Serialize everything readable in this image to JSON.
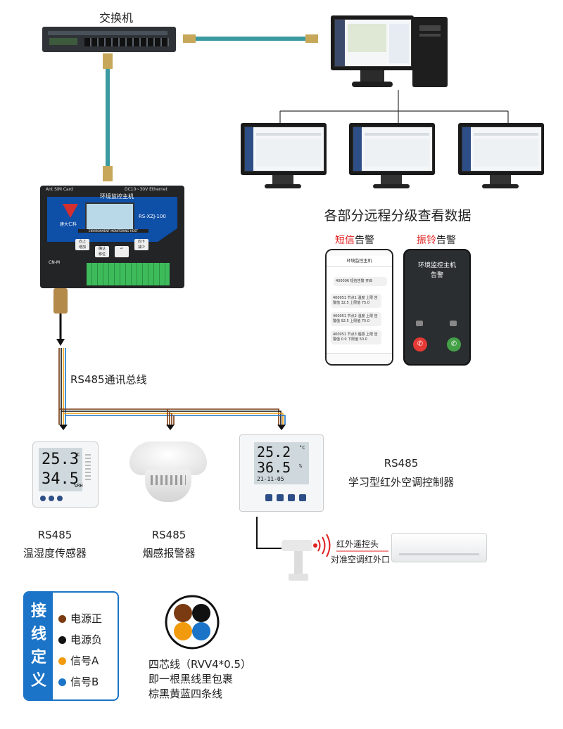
{
  "labels": {
    "switch": "交换机",
    "remote_view": "各部分远程分级查看数据",
    "sms_alarm_a": "短信",
    "sms_alarm_b": "告警",
    "call_alarm_a": "振铃",
    "call_alarm_b": "告警",
    "bus": "RS485通讯总线",
    "sensor1_line1": "RS485",
    "sensor1_line2": "温湿度传感器",
    "sensor2_line1": "RS485",
    "sensor2_line2": "烟感报警器",
    "sensor3_line1": "RS485",
    "sensor3_line2": "学习型红外空调控制器",
    "ir_line1": "红外遥控头",
    "ir_line2": "对准空调红外口",
    "cable_line1": "四芯线（RVV4*0.5）",
    "cable_line2": "即一根黑线里包裹",
    "cable_line3": "棕黑黄蓝四条线"
  },
  "host": {
    "title": "环境监控主机",
    "subtitle": "ENVIRONMENT MONITORING HOST",
    "model": "RS-XZJ-100",
    "brand": "建大仁科",
    "port_label": "CN-M",
    "top_left": "Ant    SIM Card",
    "top_right": "DC10~30V   Ethernet",
    "buttons": [
      "向上",
      "增加",
      "确认",
      "移位",
      "向下",
      "减少"
    ]
  },
  "phone_sms": {
    "contact": "环境监控主机",
    "messages": [
      "400006 短信告警 开启",
      "400051 节点1 温度 上限 告警值 32.5 上限值 75.0",
      "400051 节点2 湿度 上限 告警值 92.5 上限值 75.0",
      "400051 节点3 烟感 上限 告警值 0.0 下限值 50.0"
    ]
  },
  "phone_call": {
    "title": "环境监控主机",
    "subtitle": "告警"
  },
  "sensor1": {
    "temp": "25.3",
    "temp_unit": "°C",
    "hum": "34.5",
    "hum_unit": "%RH"
  },
  "sensor3": {
    "temp": "25.2",
    "temp_unit": "°C",
    "hum": "36.5",
    "hum_unit": "%",
    "date": "21-11-05"
  },
  "legend": {
    "title_chars": [
      "接",
      "线",
      "定",
      "义"
    ],
    "items": [
      {
        "color": "#7a3b12",
        "label": "电源正"
      },
      {
        "color": "#111111",
        "label": "电源负"
      },
      {
        "color": "#f29a0e",
        "label": "信号A"
      },
      {
        "color": "#1b74c7",
        "label": "信号B"
      }
    ]
  },
  "colors": {
    "cable_teal": "#3a9aa0",
    "brown": "#7a3b12",
    "yellow": "#f29a0e",
    "blue": "#1b74c7",
    "alert_red": "#e02020",
    "host_blue": "#0e4fa8"
  }
}
